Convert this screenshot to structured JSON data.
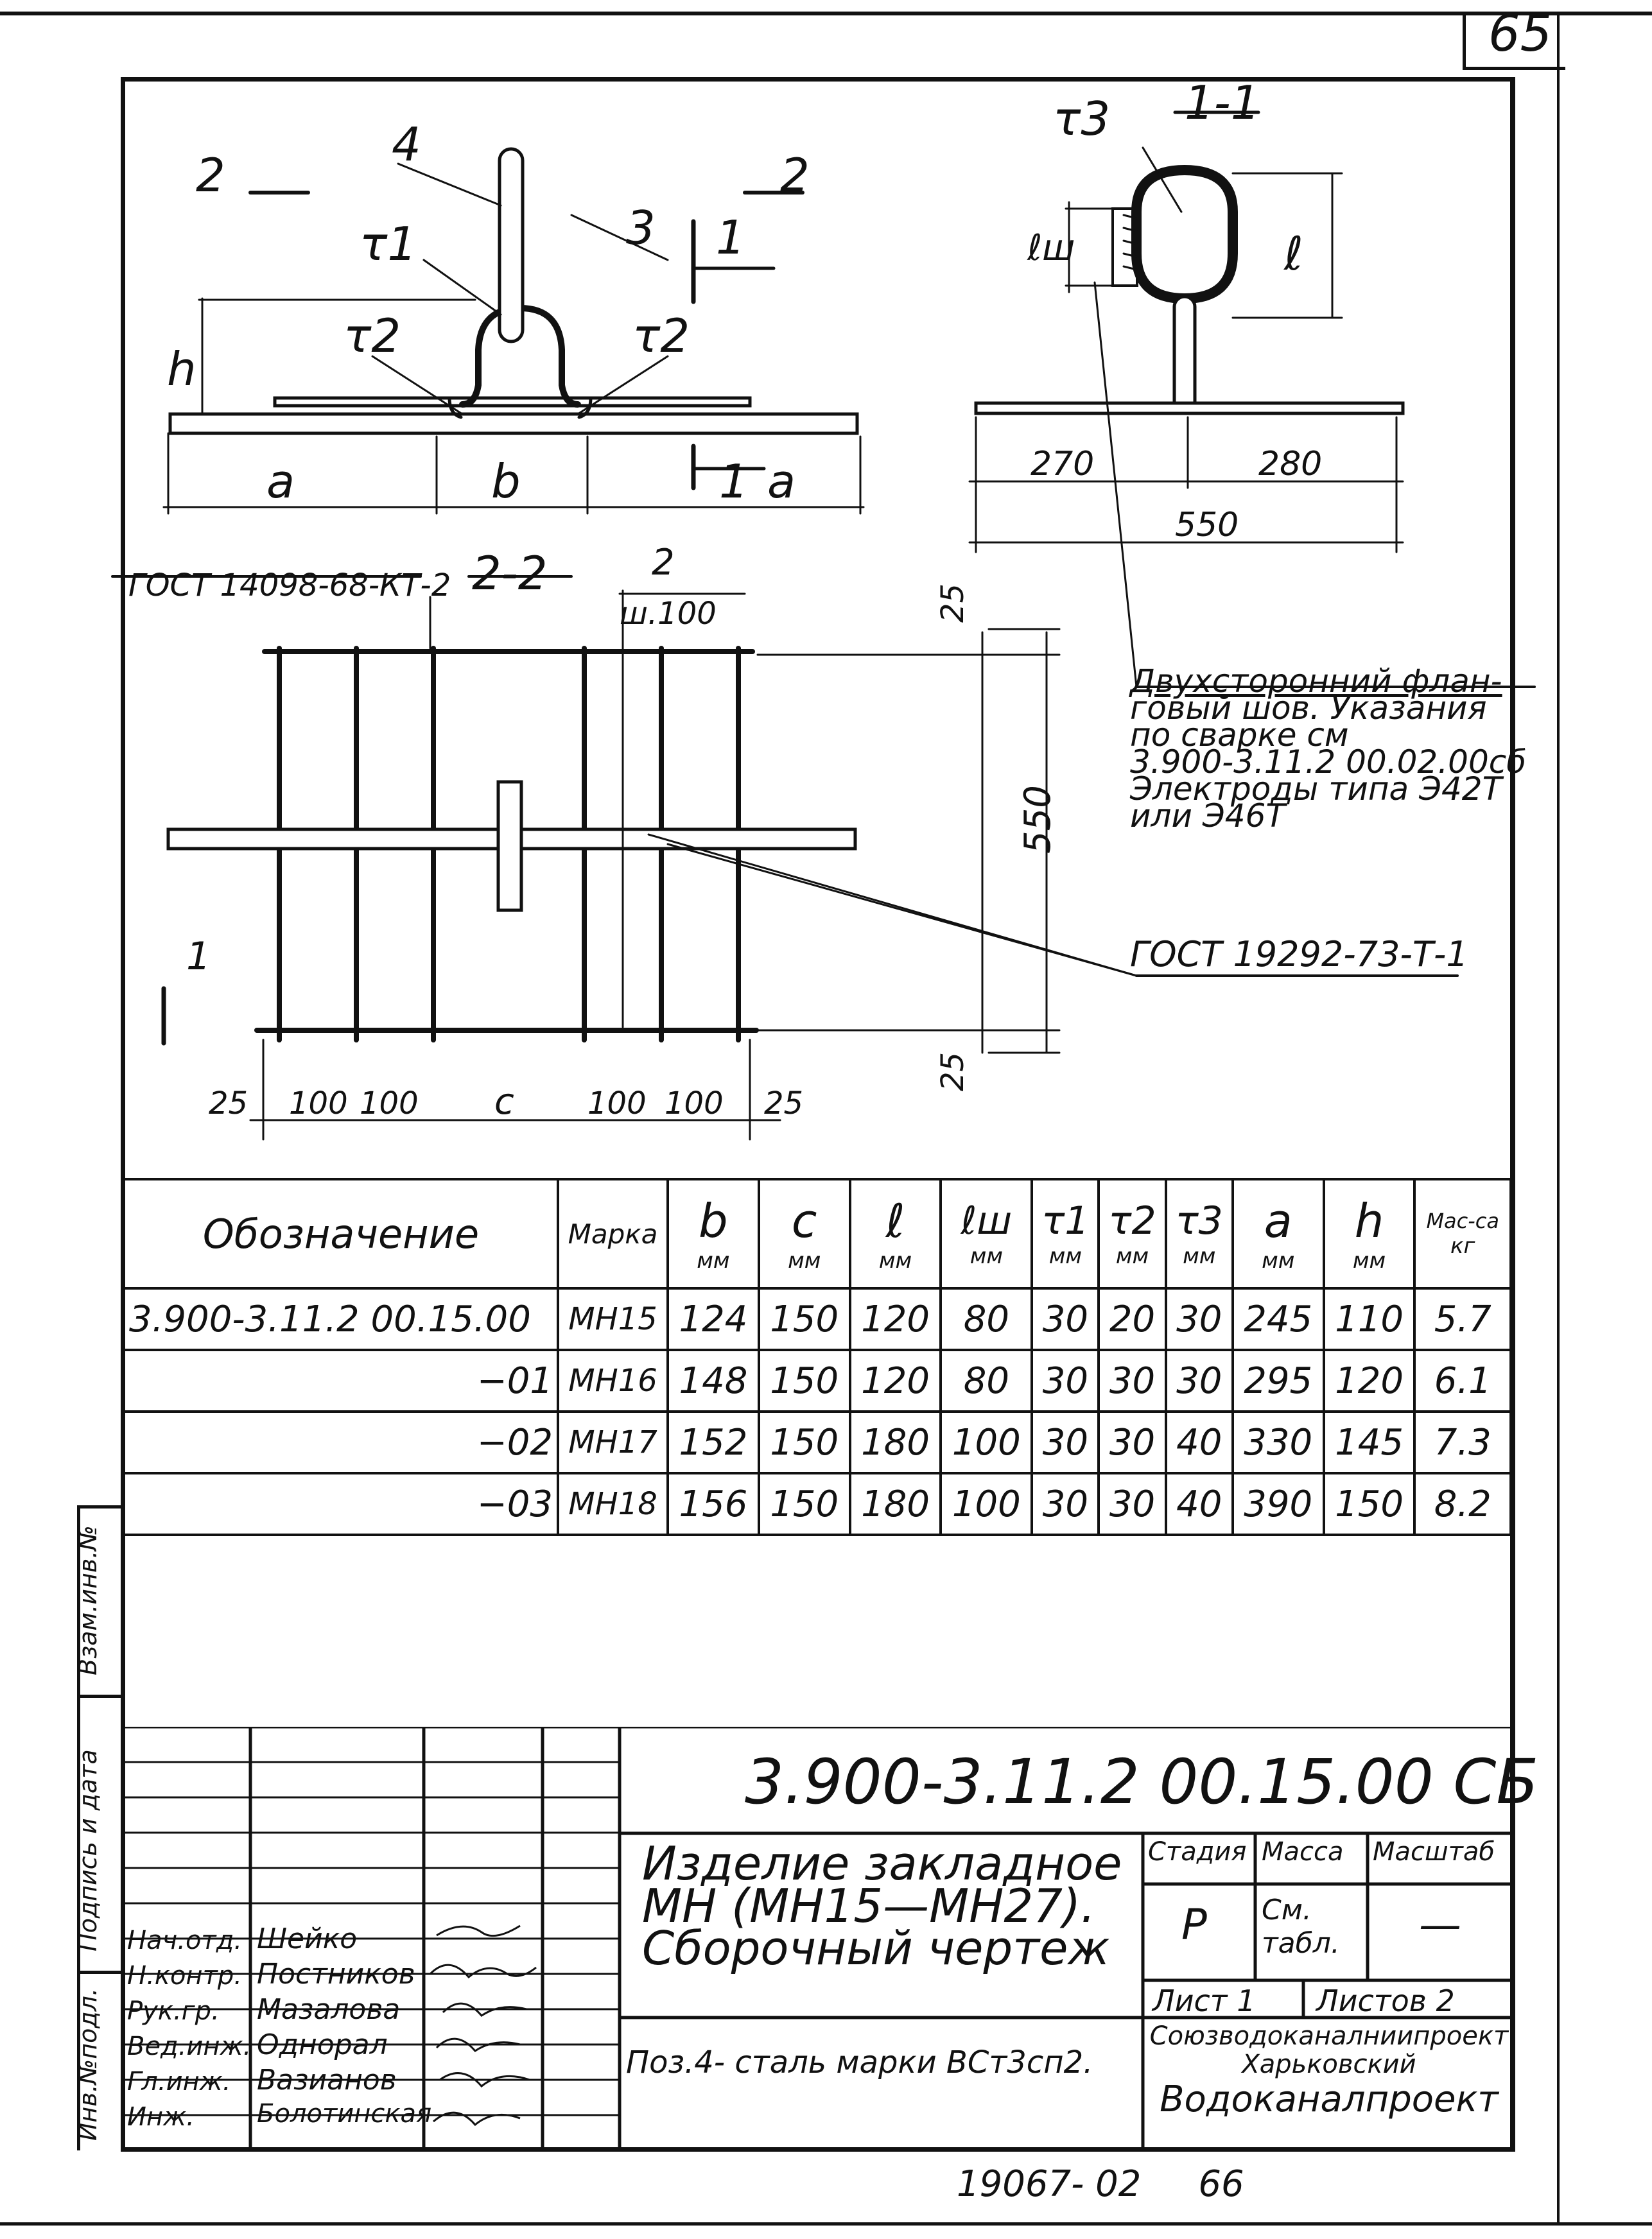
{
  "sheet_corner_number": "65",
  "bottom_note": "19067- 02     66",
  "drawing": {
    "views": {
      "front": {
        "section_marks": [
          "2",
          "2",
          "1",
          "1"
        ],
        "position_labels": [
          "4",
          "3",
          "τ1",
          "τ2",
          "τ2"
        ],
        "dims": [
          "h",
          "a",
          "b",
          "a"
        ]
      },
      "section_1_1": {
        "title": "1-1",
        "labels": [
          "τ3",
          "ℓш",
          "ℓ"
        ],
        "dims": [
          "270",
          "280",
          "550"
        ]
      },
      "section_2_2": {
        "title": "2-2",
        "gost_label": "ГОСТ 14098-68-КТ-2",
        "pitch_label": "2",
        "pitch_sub": "ш.100",
        "dims_right": [
          "25",
          "550",
          "25"
        ],
        "dims_bottom": [
          "25",
          "100",
          "100",
          "c",
          "100",
          "100",
          "25"
        ],
        "section_mark": "1"
      }
    },
    "weld_note": [
      "Двухсторонний флан-",
      "говый шов. Указания",
      "по сварке   см",
      "3.900-3.11.2   00.02.00сб",
      "Электроды типа Э42Т",
      "или Э46Т"
    ],
    "gost_2": "ГОСТ 19292-73-Т-1"
  },
  "spec_table": {
    "headers": [
      {
        "main": "Обозначение",
        "unit": ""
      },
      {
        "main": "Марка",
        "unit": ""
      },
      {
        "main": "b",
        "unit": "мм"
      },
      {
        "main": "c",
        "unit": "мм"
      },
      {
        "main": "ℓ",
        "unit": "мм"
      },
      {
        "main": "ℓш",
        "unit": "мм"
      },
      {
        "main": "τ1",
        "unit": "мм"
      },
      {
        "main": "τ2",
        "unit": "мм"
      },
      {
        "main": "τ3",
        "unit": "мм"
      },
      {
        "main": "a",
        "unit": "мм"
      },
      {
        "main": "h",
        "unit": "мм"
      },
      {
        "main": "Мас-са",
        "unit": "кг"
      }
    ],
    "rows": [
      [
        "3.900-3.11.2    00.15.00",
        "МН15",
        "124",
        "150",
        "120",
        "80",
        "30",
        "20",
        "30",
        "245",
        "110",
        "5.7"
      ],
      [
        "−01",
        "МН16",
        "148",
        "150",
        "120",
        "80",
        "30",
        "30",
        "30",
        "295",
        "120",
        "6.1"
      ],
      [
        "−02",
        "МН17",
        "152",
        "150",
        "180",
        "100",
        "30",
        "30",
        "40",
        "330",
        "145",
        "7.3"
      ],
      [
        "−03",
        "МН18",
        "156",
        "150",
        "180",
        "100",
        "30",
        "30",
        "40",
        "390",
        "150",
        "8.2"
      ]
    ]
  },
  "left_margin": [
    "Взам.инв.№",
    "Подпись и дата",
    "Инв.№подл."
  ],
  "title_block": {
    "doc_code": "3.900-3.11.2    00.15.00 СБ",
    "title_lines": [
      "Изделие закладное",
      "МН (МН15—МН27).",
      "Сборочный чертеж"
    ],
    "material": "Поз.4- сталь марки ВСт3сп2.",
    "stage_header": "Стадия",
    "mass_header": "Масса",
    "scale_header": "Масштаб",
    "stage": "Р",
    "mass": "См. табл.",
    "scale": "—",
    "sheet": "Лист 1",
    "sheets": "Листов 2",
    "org": [
      "Союзводоканалниипроект",
      "Харьковский",
      "Водоканалпроект"
    ],
    "staff": [
      {
        "role": "Нач.отд.",
        "name": "Шейко"
      },
      {
        "role": "Н.контр.",
        "name": "Постников"
      },
      {
        "role": "Рук.гр.",
        "name": "Мазалова"
      },
      {
        "role": "Вед.инж.",
        "name": "Однорал"
      },
      {
        "role": "Гл.инж.",
        "name": "Вазианов"
      },
      {
        "role": "Инж.",
        "name": "Болотинская"
      }
    ]
  }
}
